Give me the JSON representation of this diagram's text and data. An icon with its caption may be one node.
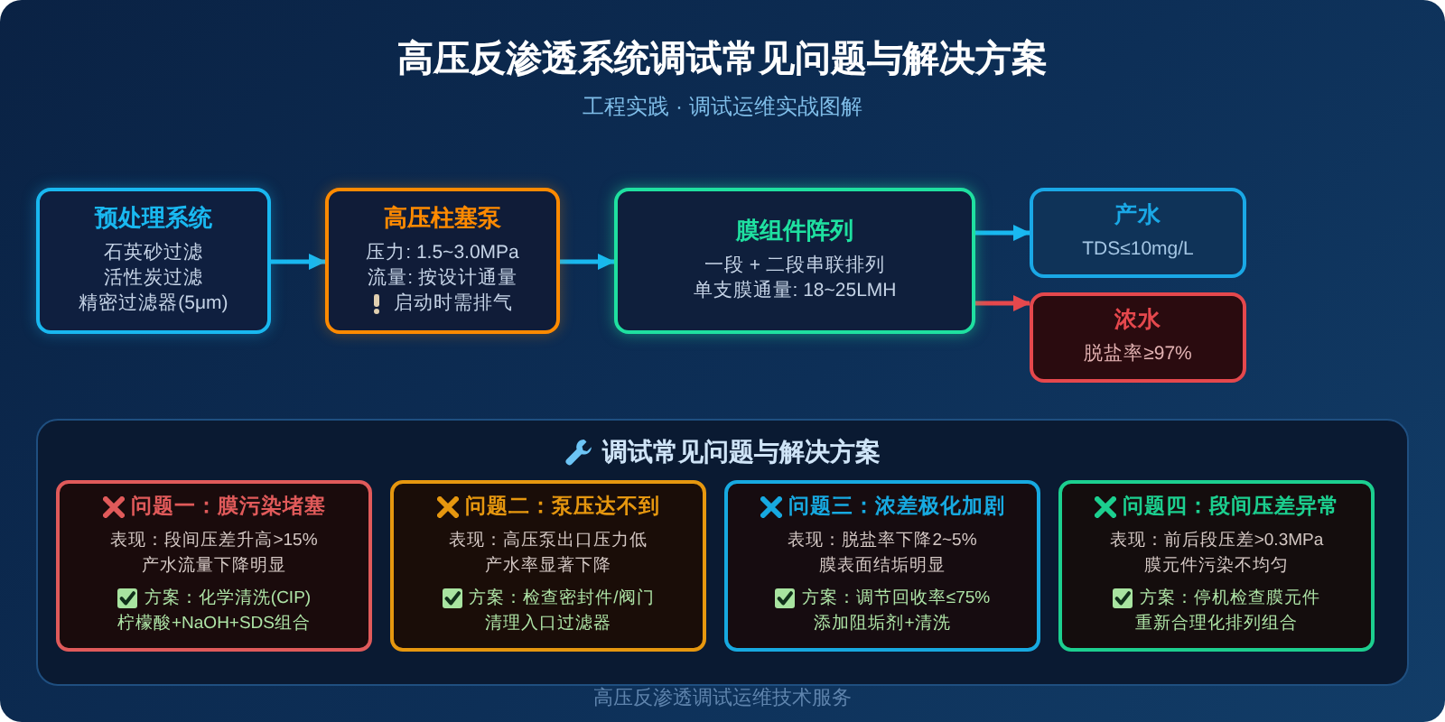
{
  "diagram": {
    "title": "高压反渗透系统调试常见问题与解决方案",
    "nodes": [
      {
        "text": [
          "预处理系统",
          "石英砂过滤",
          "活性炭过滤",
          "精密过滤器(5μm)"
        ]
      },
      {
        "text": [
          "高压柱塞泵",
          "压力: 1.5~3.0MPa",
          "流量: 按设计通量",
          "启动时需排气"
        ]
      },
      {
        "text": [
          "膜组件阵列",
          "一段 + 二段串联排列",
          "单支膜通量: 18~25LMH"
        ]
      },
      {
        "text": [
          "产水",
          "TDS≤10mg/L"
        ]
      },
      {
        "text": [
          "浓水",
          "脱盐率≥97%"
        ]
      },
      {
        "text": [
          "调试常见问题与解决方案"
        ]
      },
      {
        "text": [
          "问题一：膜污染堵塞",
          "表现：段间压差升高>15%",
          "产水流量下降明显",
          "方案：化学清洗(CIP)",
          "柠檬酸+NaOH+SDS组合"
        ],
        "in": 5
      },
      {
        "text": [
          "问题二：泵压达不到",
          "表现：高压泵出口压力低",
          "产水率显著下降",
          "方案：检查密封件/阀门",
          "清理入口过滤器"
        ],
        "in": 5
      },
      {
        "text": [
          "问题三：浓差极化加剧",
          "表现：脱盐率下降2~5%",
          "膜表面结垢明显",
          "方案：调节回收率≤75%",
          "添加阻垢剂+清洗"
        ],
        "in": 5
      },
      {
        "text": [
          "问题四：段间压差异常",
          "表现：前后段压差>0.3MPa",
          "膜元件污染不均匀",
          "方案：停机检查膜元件",
          "重新合理化排列组合"
        ],
        "in": 5
      }
    ],
    "edges": [
      {
        "from": 0,
        "to": 1,
        "arrow": "to"
      },
      {
        "from": 1,
        "to": 2,
        "arrow": "to"
      },
      {
        "from": 2,
        "to": 3,
        "arrow": "to"
      },
      {
        "from": 2,
        "to": 4,
        "arrow": "to",
        "color": "#e5484d"
      }
    ],
    "labels": [
      "工程实践 · 调试运维实战图解",
      "高压反渗透调试运维技术服务"
    ]
  }
}
